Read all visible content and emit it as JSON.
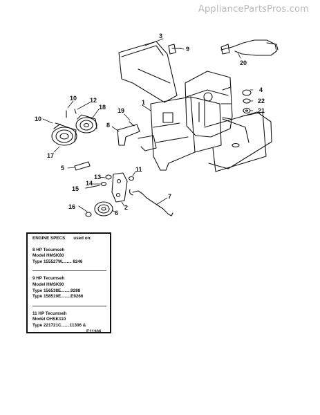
{
  "watermark": "AppliancePartsPros.com",
  "callouts": [
    {
      "id": "3",
      "label": "3"
    },
    {
      "id": "9",
      "label": "9"
    },
    {
      "id": "20",
      "label": "20"
    },
    {
      "id": "4",
      "label": "4"
    },
    {
      "id": "22",
      "label": "22"
    },
    {
      "id": "21",
      "label": "21"
    },
    {
      "id": "10a",
      "label": "10"
    },
    {
      "id": "12",
      "label": "12"
    },
    {
      "id": "18",
      "label": "18"
    },
    {
      "id": "10b",
      "label": "10"
    },
    {
      "id": "19",
      "label": "19"
    },
    {
      "id": "1",
      "label": "1"
    },
    {
      "id": "8",
      "label": "8"
    },
    {
      "id": "17",
      "label": "17"
    },
    {
      "id": "5",
      "label": "5"
    },
    {
      "id": "13",
      "label": "13"
    },
    {
      "id": "11",
      "label": "11"
    },
    {
      "id": "14",
      "label": "14"
    },
    {
      "id": "15",
      "label": "15"
    },
    {
      "id": "7",
      "label": "7"
    },
    {
      "id": "2",
      "label": "2"
    },
    {
      "id": "16",
      "label": "16"
    },
    {
      "id": "6",
      "label": "6"
    }
  ],
  "specs": {
    "title": "ENGINE SPECS",
    "used_on": "used on:",
    "groups": [
      {
        "lines": [
          "8 HP Tecumseh",
          "Model HMSK80",
          "Type 155527W........ 8246"
        ]
      },
      {
        "lines": [
          "9 HP Tecumseh",
          "Model HMSK90",
          "Type 156538E........9288",
          "Type 158519E........E9266"
        ]
      },
      {
        "lines": [
          "11 HP Tecumseh",
          "Model OHSK110",
          "Type 221721C.......11306 &",
          "E11306"
        ]
      }
    ]
  }
}
